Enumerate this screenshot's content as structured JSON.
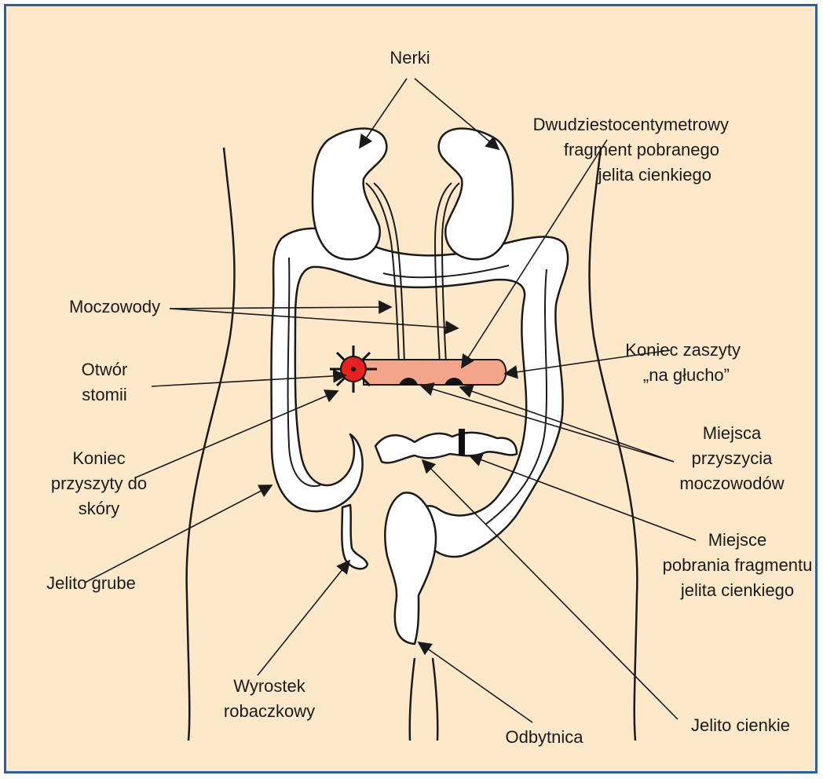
{
  "colors": {
    "background": "#fde9c9",
    "border": "#2a5fa8",
    "conduit": "#f3a58a",
    "stoma": "#e8201f"
  },
  "labels": {
    "nerki": "Nerki",
    "fragment": [
      "Dwudziestocentymetrowy",
      "fragment pobranego",
      "jelita cienkiego"
    ],
    "moczowody": "Moczowody",
    "otwor": [
      "Otwór",
      "stomii"
    ],
    "koniec_zaszyty": [
      "Koniec zaszyty",
      "„na głucho”"
    ],
    "koniec_przyszyty": [
      "Koniec",
      "przyszyty do",
      "skóry"
    ],
    "miejsca_przyszycia": [
      "Miejsca",
      "przyszycia",
      "moczowodów"
    ],
    "jelito_grube": "Jelito grube",
    "miejsce_pobrania": [
      "Miejsce",
      "pobrania fragmentu",
      "jelita cienkiego"
    ],
    "wyrostek": [
      "Wyrostek",
      "robaczkowy"
    ],
    "odbytnica": "Odbytnica",
    "jelito_cienkie": "Jelito cienkie"
  }
}
